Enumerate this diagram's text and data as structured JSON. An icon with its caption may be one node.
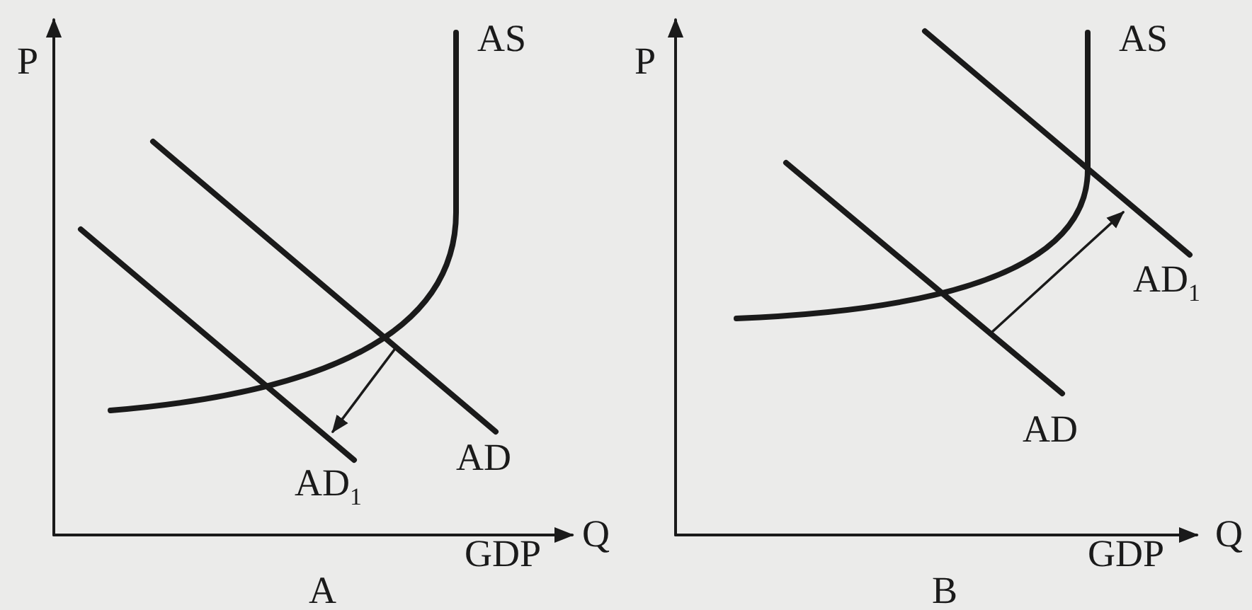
{
  "diagram": {
    "labels": [
      "P",
      "AS",
      "AD",
      "AD$_{1}$",
      "Q",
      "GDP",
      "A",
      "P",
      "AS",
      "AD$_{1}$",
      "AD",
      "Q",
      "GDP",
      "B"
    ]
  }
}
